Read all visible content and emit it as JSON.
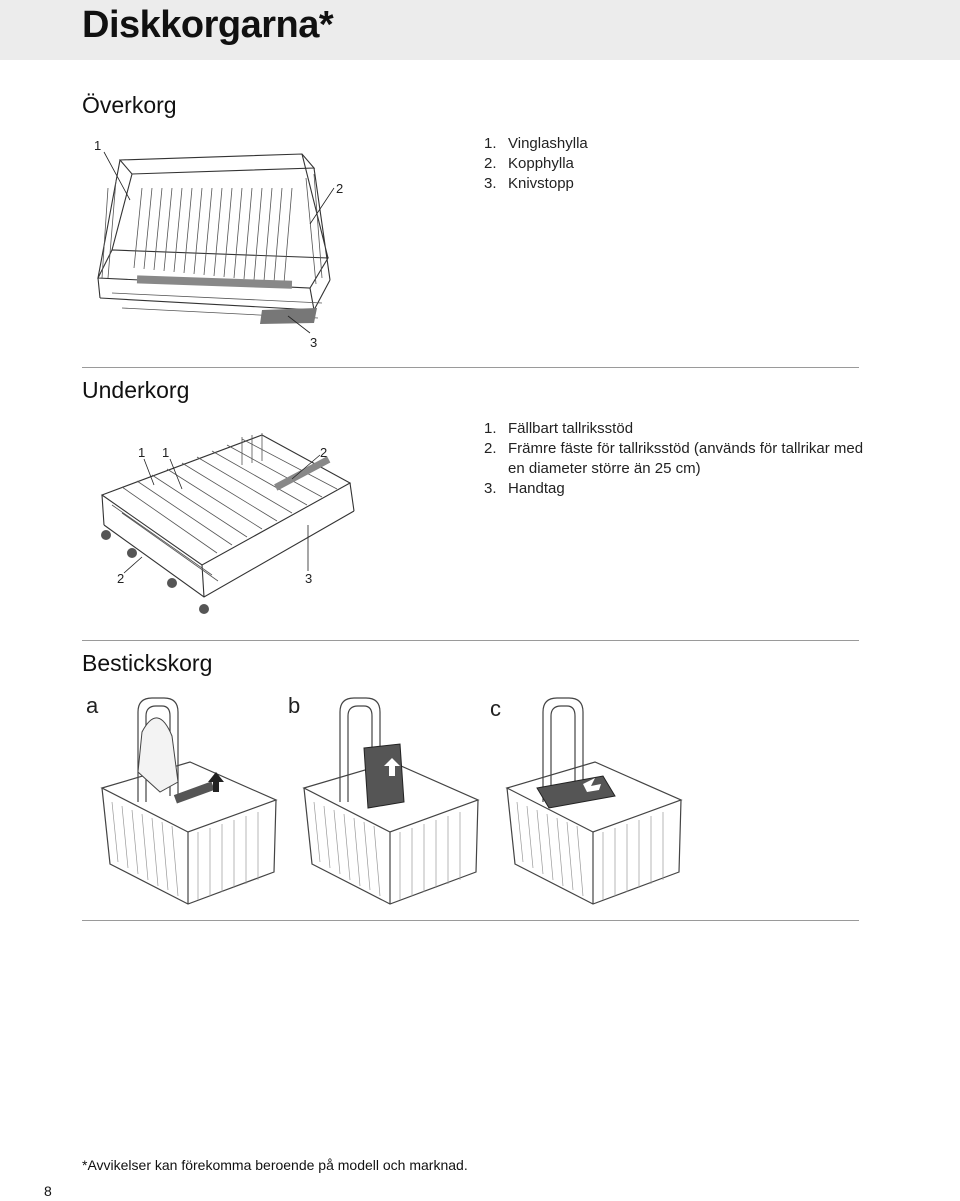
{
  "page": {
    "title": "Diskkorgarna*",
    "number": "8"
  },
  "upper_basket": {
    "title": "Överkorg",
    "callouts": [
      "1",
      "2",
      "3"
    ],
    "items": [
      {
        "num": "1.",
        "text": "Vinglashylla"
      },
      {
        "num": "2.",
        "text": "Kopphylla"
      },
      {
        "num": "3.",
        "text": "Knivstopp"
      }
    ]
  },
  "lower_basket": {
    "title": "Underkorg",
    "callouts": [
      "1",
      "1",
      "2",
      "2",
      "3"
    ],
    "items": [
      {
        "num": "1.",
        "text": "Fällbart tallriksstöd"
      },
      {
        "num": "2.",
        "text": "Främre fäste för tallriksstöd (används för tallrikar med en diameter större än 25 cm)"
      },
      {
        "num": "3.",
        "text": "Handtag"
      }
    ]
  },
  "cutlery_basket": {
    "title": "Bestickskorg",
    "letters": [
      "a",
      "b",
      "c"
    ]
  },
  "footnote": "*Avvikelser kan förekomma beroende på modell och marknad."
}
